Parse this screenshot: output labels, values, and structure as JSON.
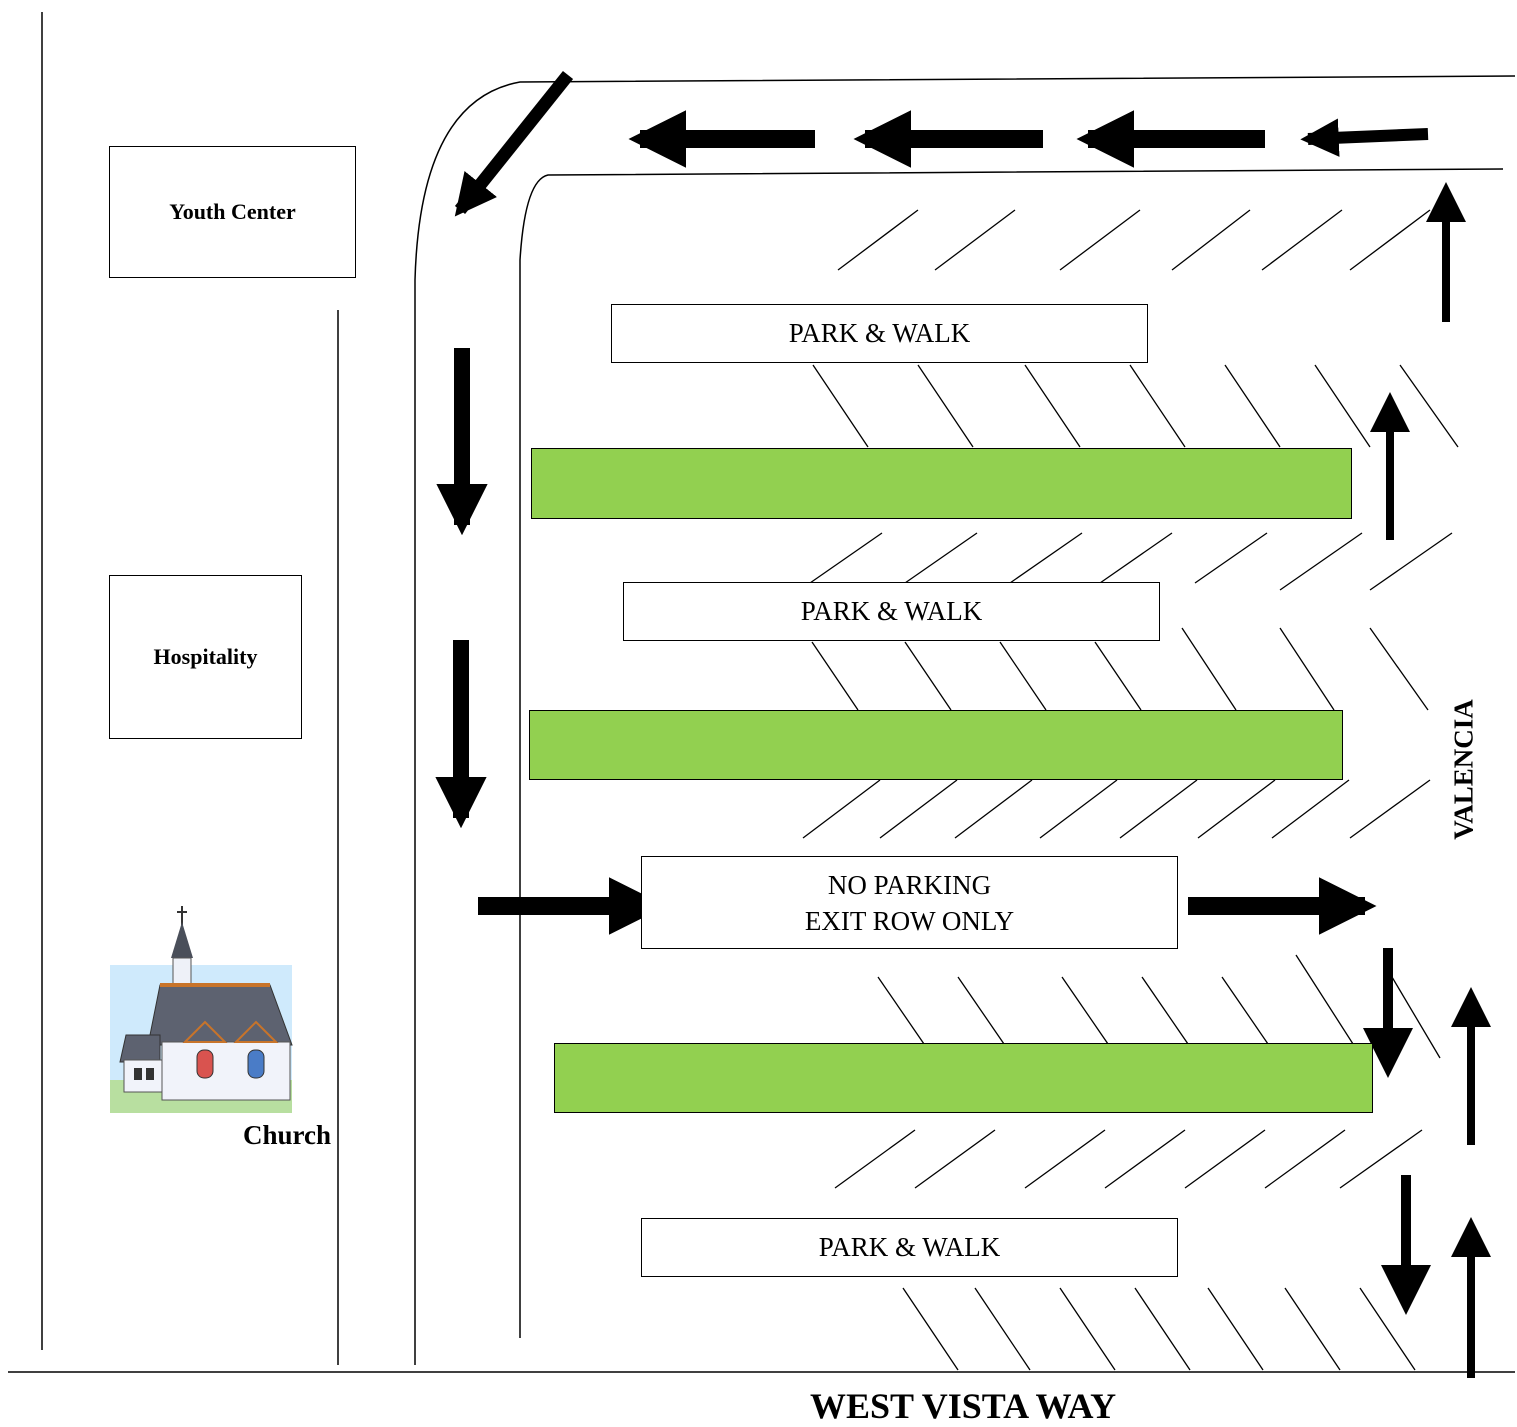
{
  "buildings": {
    "youth_center": "Youth Center",
    "hospitality": "Hospitality",
    "church": "Church"
  },
  "rows": {
    "park_walk_1": "PARK & WALK",
    "park_walk_2": "PARK & WALK",
    "no_parking_line1": "NO PARKING",
    "no_parking_line2": "EXIT ROW ONLY",
    "park_walk_3": "PARK & WALK"
  },
  "streets": {
    "bottom": "WEST VISTA WAY",
    "right": "VALENCIA"
  },
  "colors": {
    "median_green": "#92d050",
    "line": "#000000"
  }
}
